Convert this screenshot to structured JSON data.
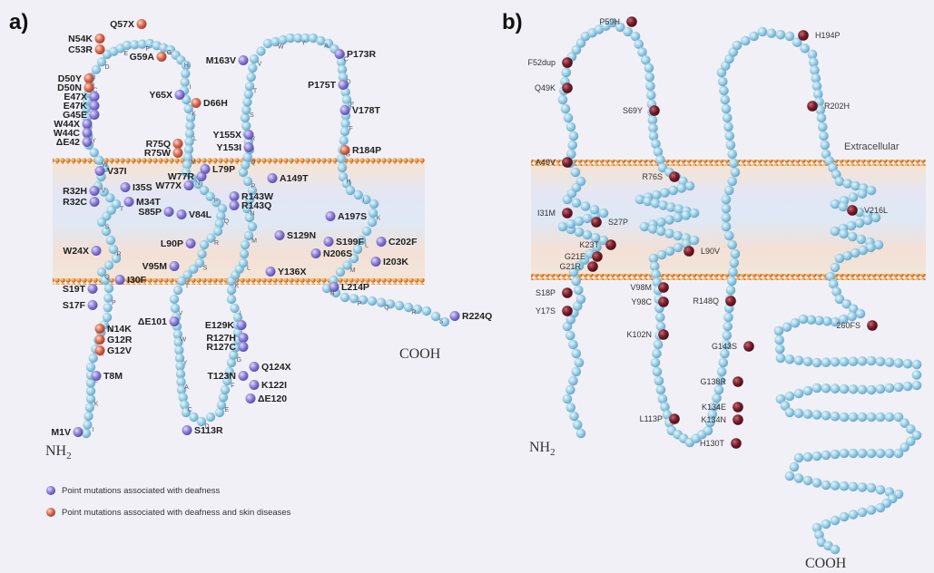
{
  "panel_a": {
    "label": "a)",
    "n_terminus": "NH",
    "n_sub": "2",
    "c_terminus": "COOH",
    "legend": [
      {
        "text": "Point mutations associated with deafness",
        "color": "#8a7fd0"
      },
      {
        "text": "Point mutations associated with deafness and skin diseases",
        "color": "#d46a50"
      }
    ],
    "mutations": [
      "N54K",
      "Q57X",
      "C53R",
      "G59A",
      "D50Y",
      "D50N",
      "Y65X",
      "D66H",
      "M163V",
      "P173R",
      "P175T",
      "E47X",
      "E47K",
      "G45E",
      "W44X",
      "W44C",
      "ΔE42",
      "V178T",
      "Y155X",
      "Y153I",
      "R75Q",
      "R75W",
      "R184P",
      "V37I",
      "W77R",
      "W77X",
      "L79P",
      "A149T",
      "R32H",
      "R32C",
      "I35S",
      "M34T",
      "S85P",
      "V84L",
      "R143W",
      "R143Q",
      "A197S",
      "L90P",
      "S129N",
      "S199F",
      "C202F",
      "W24X",
      "N206S",
      "I203K",
      "V95M",
      "Y136X",
      "S19T",
      "I30F",
      "S17F",
      "L214P",
      "ΔE101",
      "E129K",
      "R127H",
      "R127C",
      "R224Q",
      "N14K",
      "G12R",
      "G12V",
      "T8M",
      "T123N",
      "Q124X",
      "K122I",
      "ΔE120",
      "M1V",
      "S113R"
    ]
  },
  "panel_b": {
    "label": "b)",
    "region_label": "Extracellular",
    "n_terminus": "NH",
    "n_sub": "2",
    "c_terminus": "COOH",
    "mutations": [
      "P59H",
      "F52dup",
      "Q49K",
      "S69Y",
      "H194P",
      "R202H",
      "A40V",
      "R76S",
      "I31M",
      "S27P",
      "V216L",
      "K23T",
      "G21E",
      "G21R",
      "L90V",
      "S18P",
      "Y17S",
      "V98M",
      "Y98C",
      "R148Q",
      "260FS",
      "K102N",
      "G143S",
      "G138R",
      "K134E",
      "K134N",
      "L113P",
      "H130T"
    ]
  }
}
